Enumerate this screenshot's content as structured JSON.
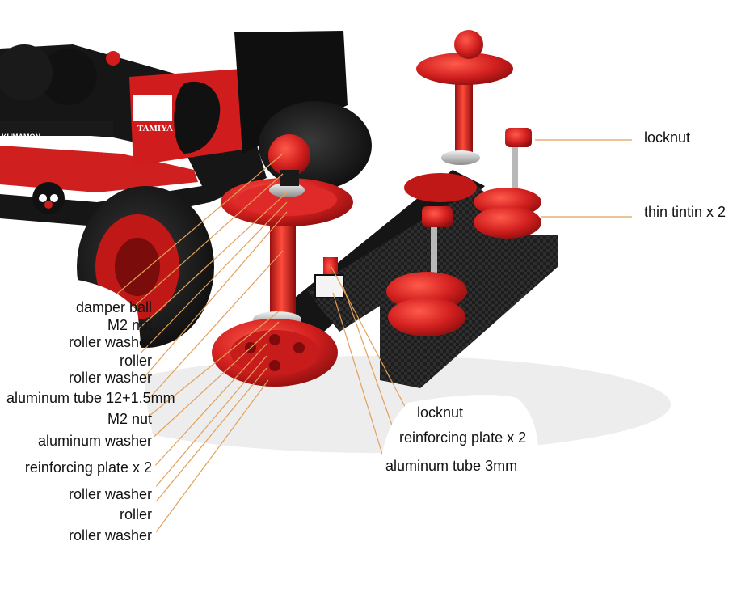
{
  "colors": {
    "background": "#ffffff",
    "anodized_red": "#cc1b1b",
    "leader_line": "#e2a15a",
    "carbon": "#1f1f1f",
    "label_text": "#111111"
  },
  "decal": {
    "brand": "TAMIYA",
    "side_text": "KUMAMON"
  },
  "labels": {
    "left": [
      "damper ball",
      "M2 nut",
      "roller washer",
      "roller",
      "roller washer",
      "aluminum tube 12+1.5mm",
      "M2 nut",
      "aluminum washer",
      "reinforcing plate x 2",
      "roller washer",
      "roller",
      "roller washer"
    ],
    "right_top": [
      "locknut",
      "thin tintin x 2"
    ],
    "right_bottom": [
      "locknut",
      "reinforcing plate x 2",
      "aluminum tube 3mm"
    ]
  }
}
